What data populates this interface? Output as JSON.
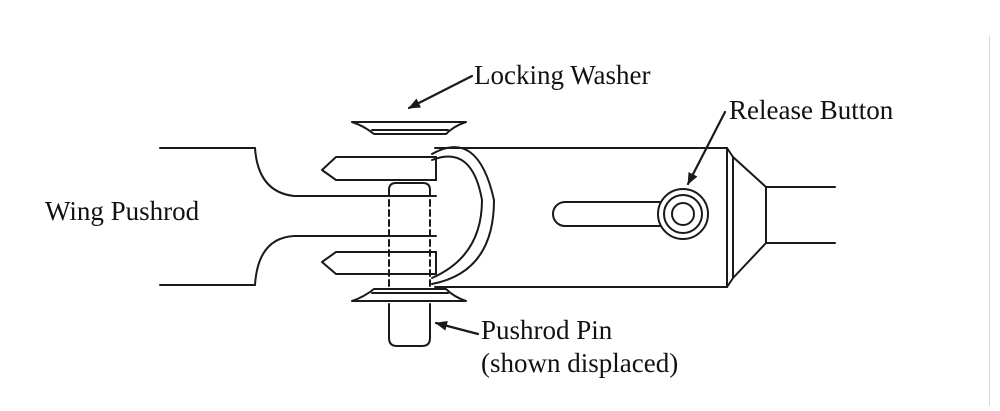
{
  "diagram": {
    "labels": {
      "locking_washer": "Locking Washer",
      "release_button": "Release Button",
      "wing_pushrod": "Wing Pushrod",
      "pushrod_pin_line1": "Pushrod Pin",
      "pushrod_pin_line2": "(shown displaced)"
    },
    "colors": {
      "line": "#1a1a1a",
      "background": "#ffffff"
    }
  }
}
